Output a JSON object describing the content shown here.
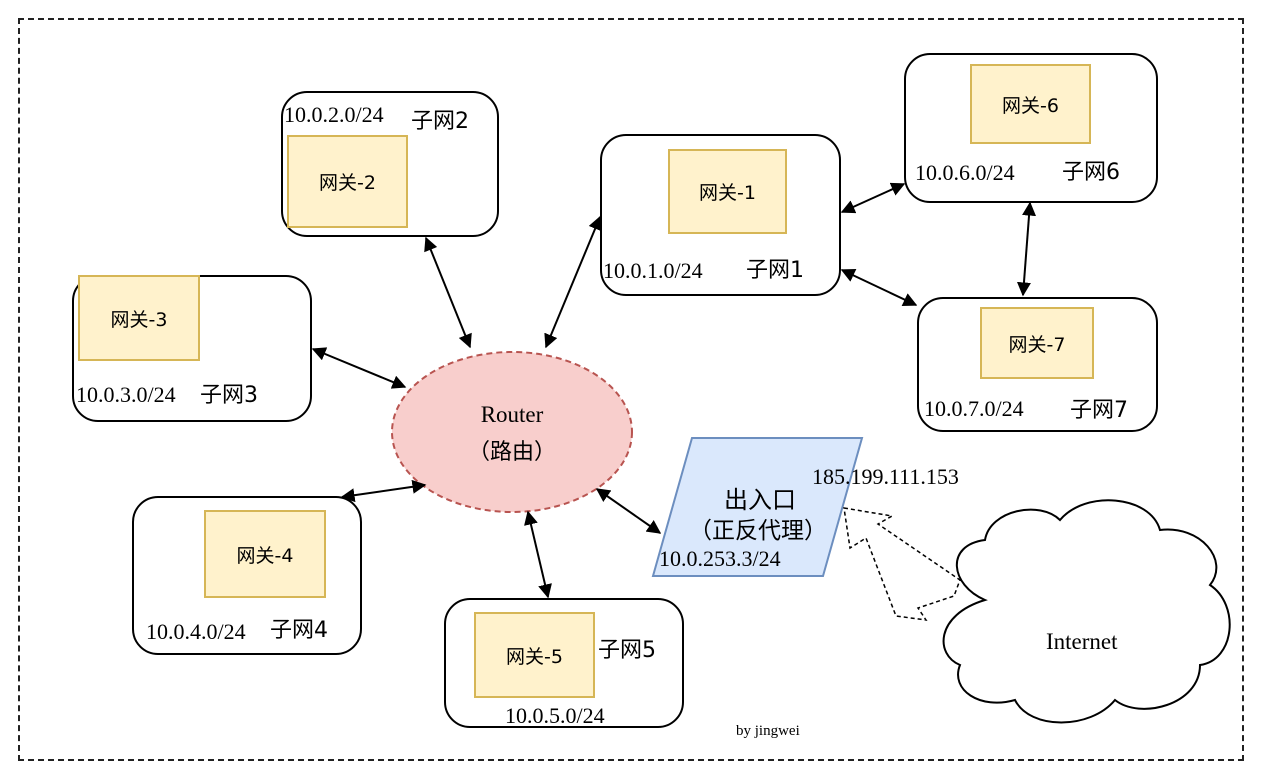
{
  "router": {
    "name": "Router",
    "subtitle": "（路由）"
  },
  "proxy": {
    "title": "出入口",
    "subtitle": "（正反代理）",
    "internal_ip": "10.0.253.3/24",
    "public_ip": "185.199.111.153"
  },
  "internet": {
    "label": "Internet"
  },
  "credit": "by jingwei",
  "subnets": [
    {
      "gateway": "网关-1",
      "cidr": "10.0.1.0/24",
      "name": "子网1"
    },
    {
      "gateway": "网关-2",
      "cidr": "10.0.2.0/24",
      "name": "子网2"
    },
    {
      "gateway": "网关-3",
      "cidr": "10.0.3.0/24",
      "name": "子网3"
    },
    {
      "gateway": "网关-4",
      "cidr": "10.0.4.0/24",
      "name": "子网4"
    },
    {
      "gateway": "网关-5",
      "cidr": "10.0.5.0/24",
      "name": "子网5"
    },
    {
      "gateway": "网关-6",
      "cidr": "10.0.6.0/24",
      "name": "子网6"
    },
    {
      "gateway": "网关-7",
      "cidr": "10.0.7.0/24",
      "name": "子网7"
    }
  ],
  "colors": {
    "router_fill": "#f8cecc",
    "router_stroke": "#b85450",
    "gateway_fill": "#fff2cc",
    "gateway_stroke": "#d6b656",
    "proxy_fill": "#dae8fc",
    "proxy_stroke": "#6c8ebf"
  }
}
